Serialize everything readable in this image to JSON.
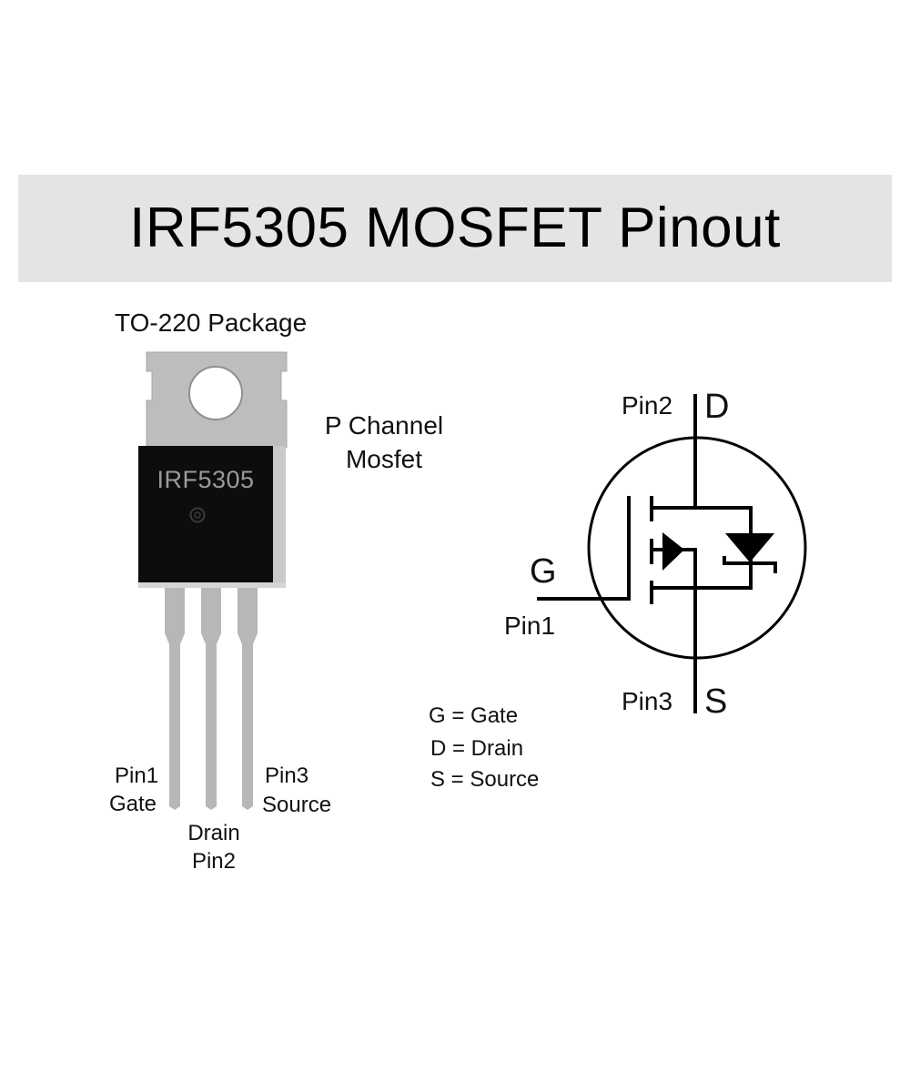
{
  "header": {
    "title": "IRF5305 MOSFET Pinout",
    "background_color": "#e3e4e4"
  },
  "package": {
    "label": "TO-220 Package",
    "marking": "IRF5305",
    "type_line1": "P Channel",
    "type_line2": "Mosfet",
    "pins": [
      {
        "number_label": "Pin1",
        "name_label": "Gate"
      },
      {
        "number_label": "Pin2",
        "name_label": "Drain"
      },
      {
        "number_label": "Pin3",
        "name_label": "Source"
      }
    ],
    "colors": {
      "body": "#0d0d0d",
      "metal": "#b9b9b7",
      "marking_text": "#9a9a9a"
    }
  },
  "schematic": {
    "drain_pin_label": "Pin2",
    "drain_letter": "D",
    "gate_letter": "G",
    "gate_pin_label": "Pin1",
    "source_pin_label": "Pin3",
    "source_letter": "S"
  },
  "legend": {
    "items": [
      "G = Gate",
      "D = Drain",
      "S = Source"
    ]
  }
}
